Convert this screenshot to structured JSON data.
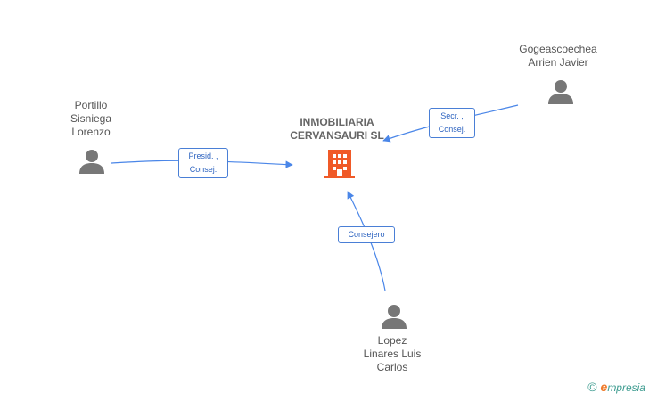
{
  "company": {
    "name": "INMOBILIARIA\nCERVANSAURI SL",
    "icon": "building-icon",
    "color": "#f05a28"
  },
  "people": [
    {
      "id": "portillo",
      "name": "Portillo\nSisniega\nLorenzo",
      "icon": "person-icon"
    },
    {
      "id": "gogeascoechea",
      "name": "Gogeascoechea\nArrien Javier",
      "icon": "person-icon"
    },
    {
      "id": "lopez",
      "name": "Lopez\nLinares Luis\nCarlos",
      "icon": "person-icon"
    }
  ],
  "relations": [
    {
      "from": "portillo",
      "label": "Presid. ,\nConsej."
    },
    {
      "from": "gogeascoechea",
      "label": "Secr. ,\nConsej."
    },
    {
      "from": "lopez",
      "label": "Consejero"
    }
  ],
  "colors": {
    "edge": "#4a86e8",
    "person": "#777777"
  },
  "watermark": {
    "symbol": "©",
    "brand_initial": "e",
    "brand_rest": "mpresia"
  }
}
